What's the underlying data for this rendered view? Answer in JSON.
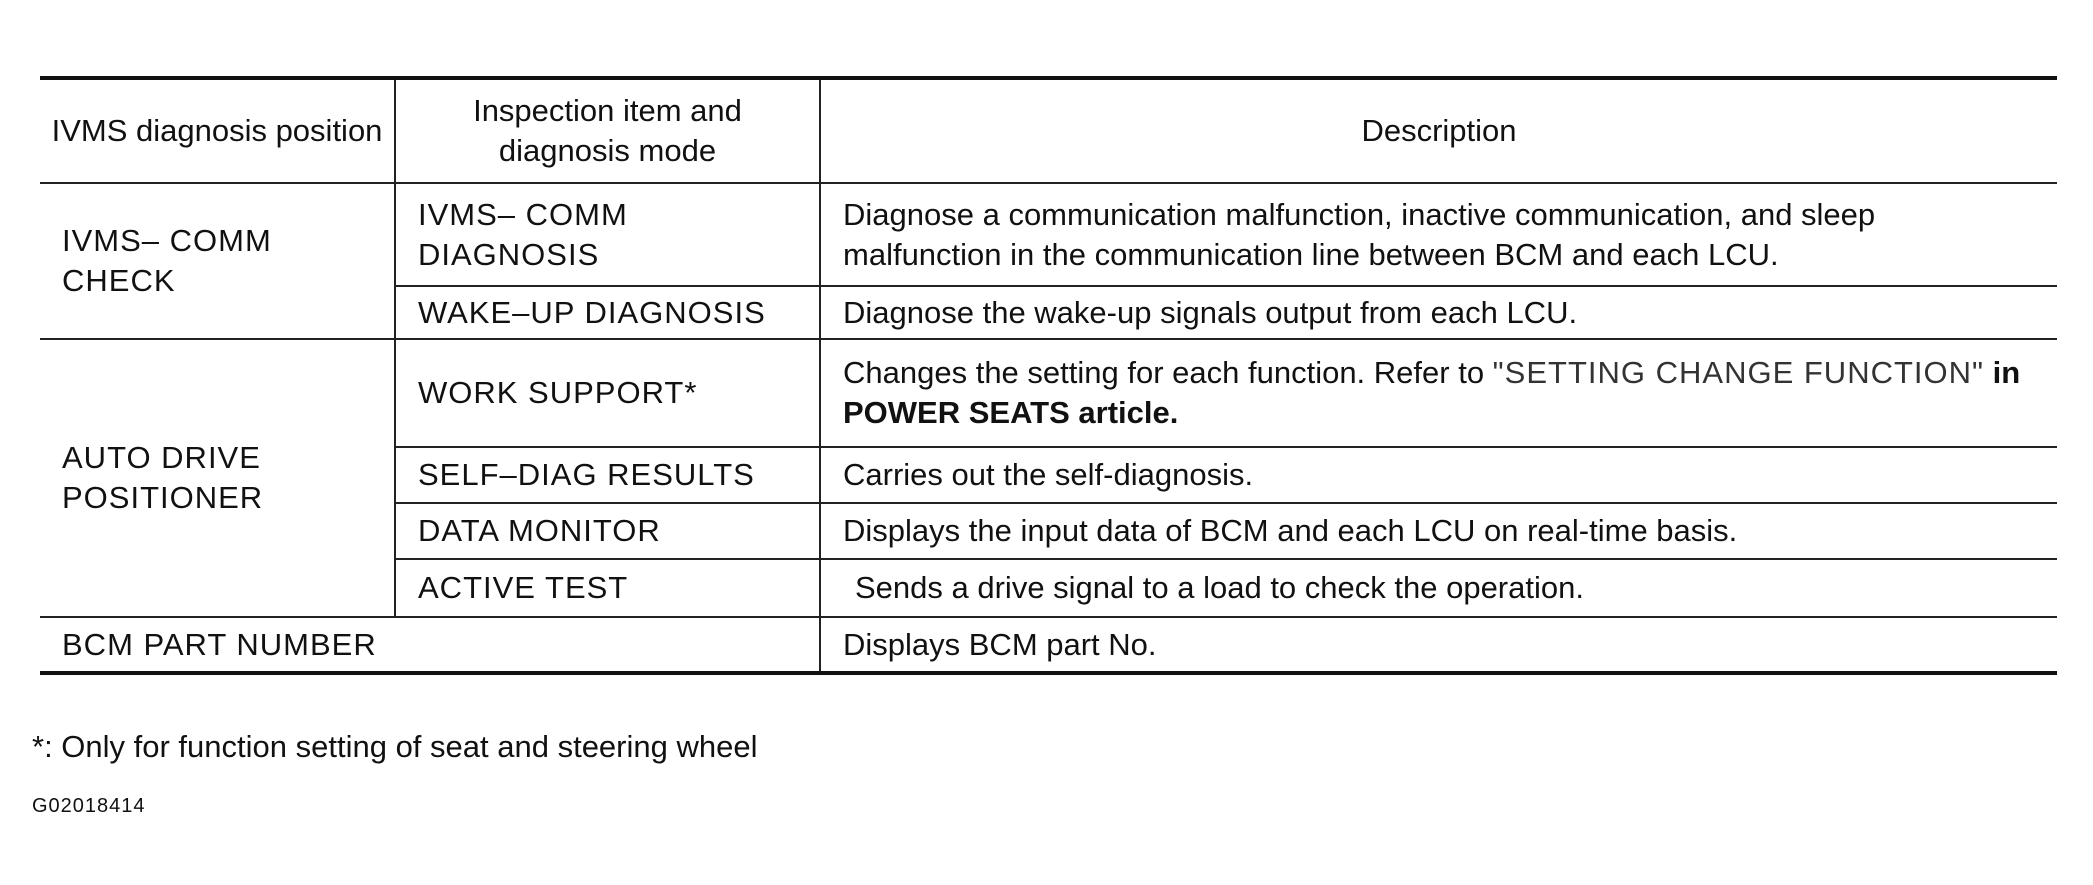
{
  "table": {
    "headers": {
      "position": "IVMS diagnosis position",
      "item": "Inspection item and diagnosis mode",
      "description": "Description"
    },
    "groups": [
      {
        "position": "IVMS– COMM CHECK",
        "rows": [
          {
            "item": "IVMS– COMM DIAGNOSIS",
            "description": "Diagnose a communication malfunction, inactive communication, and sleep malfunction in the communication line between BCM and each LCU."
          },
          {
            "item": "WAKE–UP DIAGNOSIS",
            "description": "Diagnose the wake-up signals output from each LCU."
          }
        ]
      },
      {
        "position": "AUTO DRIVE POSITIONER",
        "rows": [
          {
            "item": "WORK SUPPORT*",
            "description_prefix": "Changes the setting for each function. Refer to ",
            "description_ref": "\"SETTING CHANGE FUNCTION\"",
            "description_suffix": " in POWER SEATS article."
          },
          {
            "item": "SELF–DIAG RESULTS",
            "description": "Carries out the self-diagnosis."
          },
          {
            "item": "DATA MONITOR",
            "description": "Displays the input data of BCM and each LCU on real-time basis."
          },
          {
            "item": "ACTIVE TEST",
            "description": "Sends a drive signal to a load to check the operation."
          }
        ]
      },
      {
        "position": "BCM PART NUMBER",
        "rows": [
          {
            "description": "Displays BCM part No."
          }
        ]
      }
    ]
  },
  "footnote": "*: Only for function setting of seat and steering wheel",
  "figure_id": "G02018414"
}
